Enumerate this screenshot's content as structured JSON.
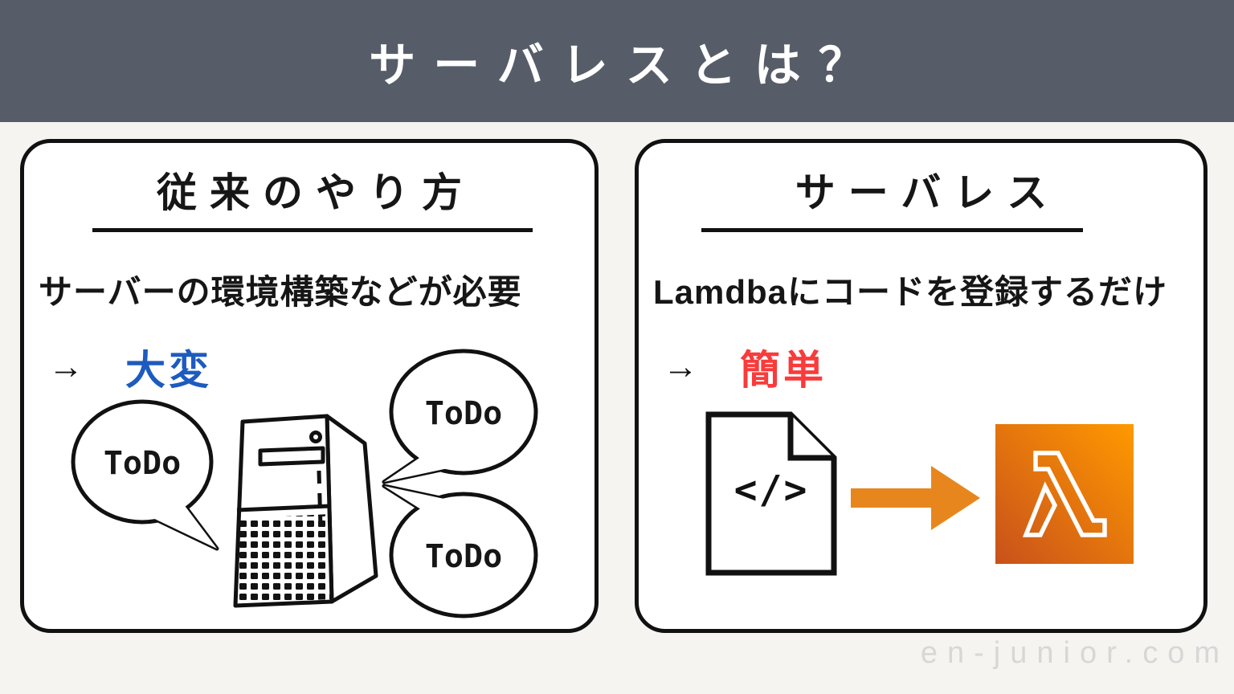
{
  "header": {
    "title": "サーバレスとは？",
    "bg_color": "#575d68",
    "text_color": "#ffffff"
  },
  "page": {
    "bg_color": "#f5f4f1"
  },
  "left_card": {
    "title": "従来のやり方",
    "body": "サーバーの環境構築などが必要",
    "arrow_glyph": "→",
    "verdict": "大変",
    "verdict_color": "#1d5bbf",
    "bubbles": [
      "ToDo",
      "ToDo",
      "ToDo"
    ],
    "illustration": "hand-drawn server tower PC with vent grid, drive slot and power button"
  },
  "right_card": {
    "title": "サーバレス",
    "body": "Lamdbaにコードを登録するだけ",
    "arrow_glyph": "→",
    "verdict": "簡単",
    "verdict_color": "#f93b3b",
    "code_glyph": "</>",
    "flow_arrow_color": "#e8861e",
    "lambda_gradient": {
      "start": "#c8511b",
      "end": "#ff9900"
    }
  },
  "watermark": {
    "text": "en-junior.com",
    "color": "#d7d7d7"
  }
}
